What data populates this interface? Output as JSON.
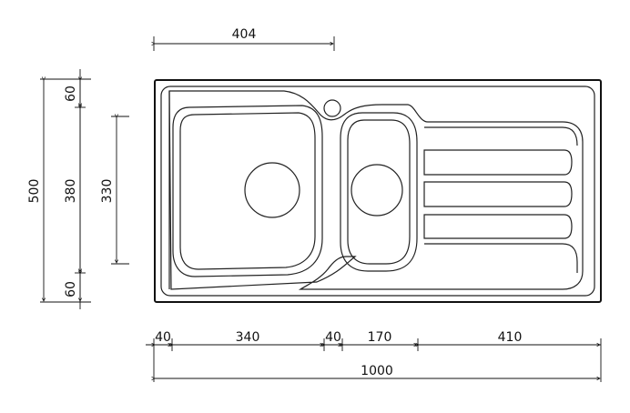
{
  "drawing": {
    "title": "",
    "dimensions": {
      "top_drain_offset": "404",
      "left_total_height": "500",
      "left_top_margin": "60",
      "left_middle": "380",
      "left_bottom_margin": "60",
      "left_bowl_height": "330",
      "bottom_segment_1": "40",
      "bottom_segment_2": "340",
      "bottom_segment_3": "40",
      "bottom_segment_4": "170",
      "bottom_segment_5": "410",
      "overall_width": "1000"
    }
  }
}
